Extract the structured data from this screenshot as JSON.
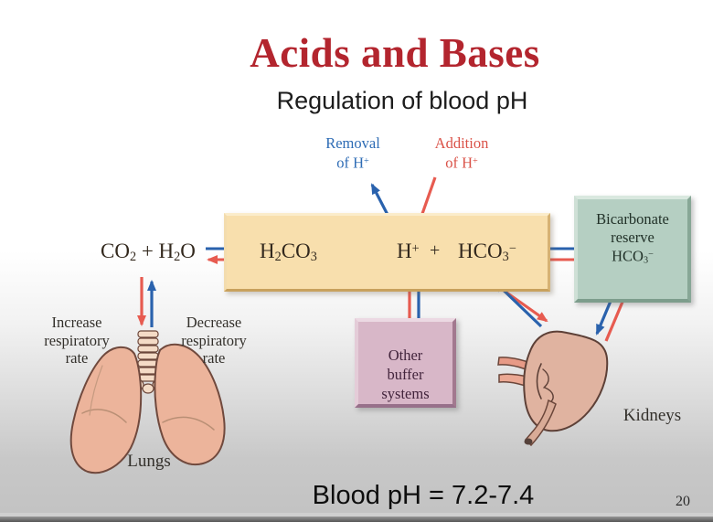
{
  "slide": {
    "title": "Acids and Bases",
    "subtitle": "Regulation of blood pH",
    "footer": "Blood pH = 7.2-7.4",
    "page_number": "20"
  },
  "equation": {
    "co2_h2o": [
      "CO",
      "2",
      " + H",
      "2",
      "O"
    ],
    "h2co3": [
      "H",
      "2",
      "CO",
      "3"
    ],
    "h_plus": [
      "H",
      "+"
    ],
    "plus_sign": "+",
    "hco3": [
      "HCO",
      "3",
      "−"
    ]
  },
  "labels": {
    "removal": [
      "Removal",
      "of H",
      "+"
    ],
    "addition": [
      "Addition",
      "of H",
      "+"
    ],
    "increase_resp": [
      "Increase",
      "respiratory",
      "rate"
    ],
    "decrease_resp": [
      "Decrease",
      "respiratory",
      "rate"
    ],
    "lungs": "Lungs",
    "kidneys": "Kidneys"
  },
  "boxes": {
    "bicarbonate": {
      "lines": [
        "Bicarbonate",
        "reserve"
      ],
      "formula": [
        "HCO",
        "3",
        "−"
      ]
    },
    "other_buffer": [
      "Other",
      "buffer",
      "systems"
    ]
  },
  "colors": {
    "title_red": "#b3252e",
    "arrow_blue": "#2a62ad",
    "arrow_red": "#e75b50",
    "tan_box": "#f8dfad",
    "green_box": "#b5cfc2",
    "pink_box": "#d8b7c8",
    "lung_fill": "#ecb49b",
    "kidney_fill": "#e0b3a0"
  }
}
